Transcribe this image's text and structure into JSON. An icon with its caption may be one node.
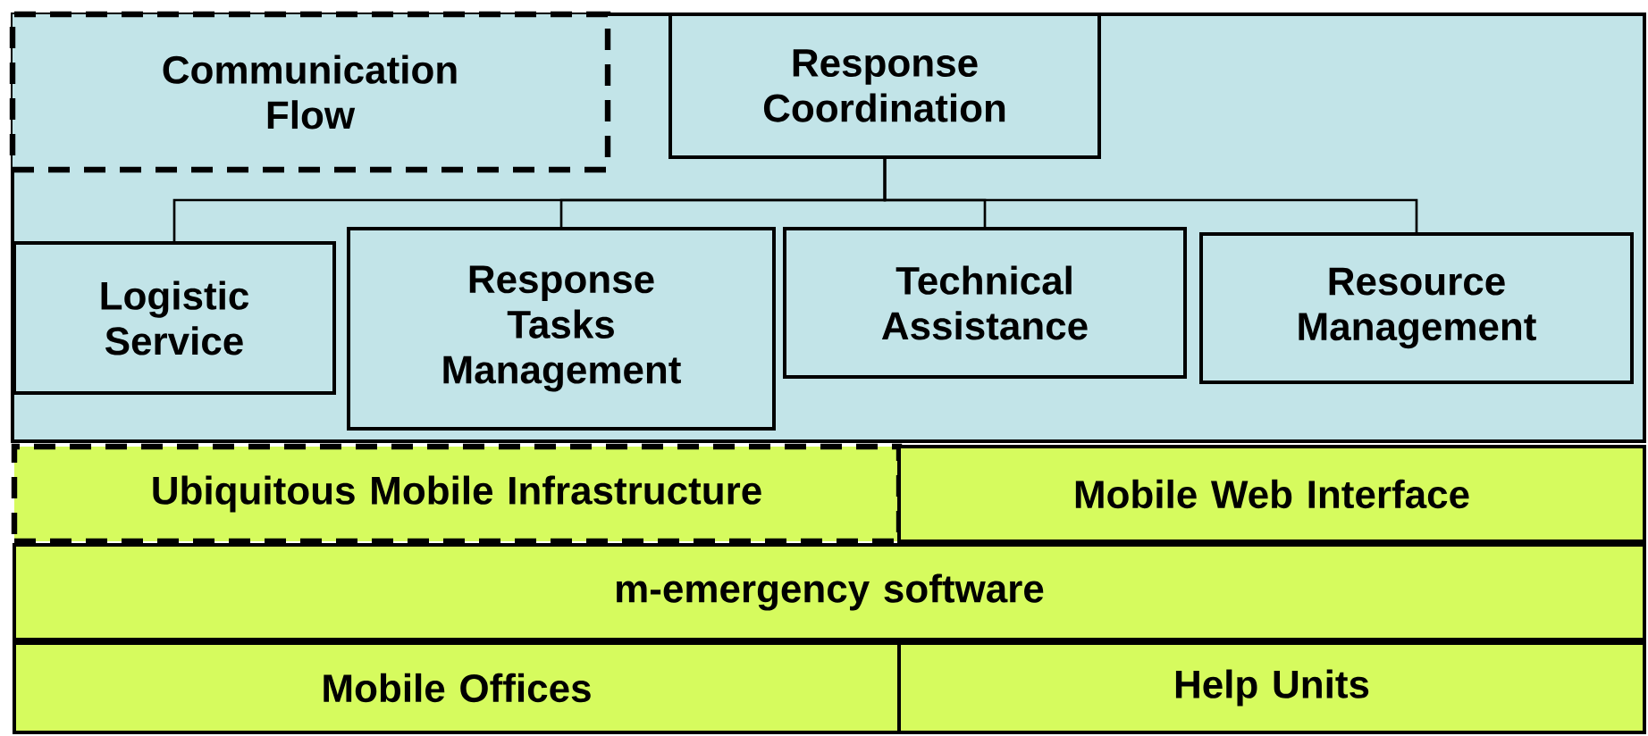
{
  "diagram": {
    "nodes": [
      {
        "text": [],
        "shape": "box"
      },
      {
        "text": [
          "Communication Flow"
        ],
        "in": 0
      },
      {
        "text": [
          "Response Coordination"
        ],
        "in": 0
      },
      {
        "text": [
          "Logistic Service"
        ],
        "in": 0
      },
      {
        "text": [
          "Response Tasks Management"
        ],
        "in": 0
      },
      {
        "text": [
          "Technical Assistance"
        ],
        "in": 0
      },
      {
        "text": [
          "Resource Management"
        ],
        "in": 0
      },
      {
        "text": [
          "Ubiquitous Mobile Infrastructure"
        ]
      },
      {
        "text": [
          "Mobile Web Interface"
        ]
      },
      {
        "text": [
          "m-emergency software"
        ]
      },
      {
        "text": [
          "Mobile Offices"
        ]
      },
      {
        "text": [
          "Help Units"
        ]
      }
    ],
    "edges": [
      {
        "from": 2,
        "to": 3,
        "arrow": "none"
      },
      {
        "from": 2,
        "to": 4,
        "arrow": "none"
      },
      {
        "from": 2,
        "to": 5,
        "arrow": "none"
      },
      {
        "from": 2,
        "to": 6,
        "arrow": "none"
      }
    ]
  }
}
